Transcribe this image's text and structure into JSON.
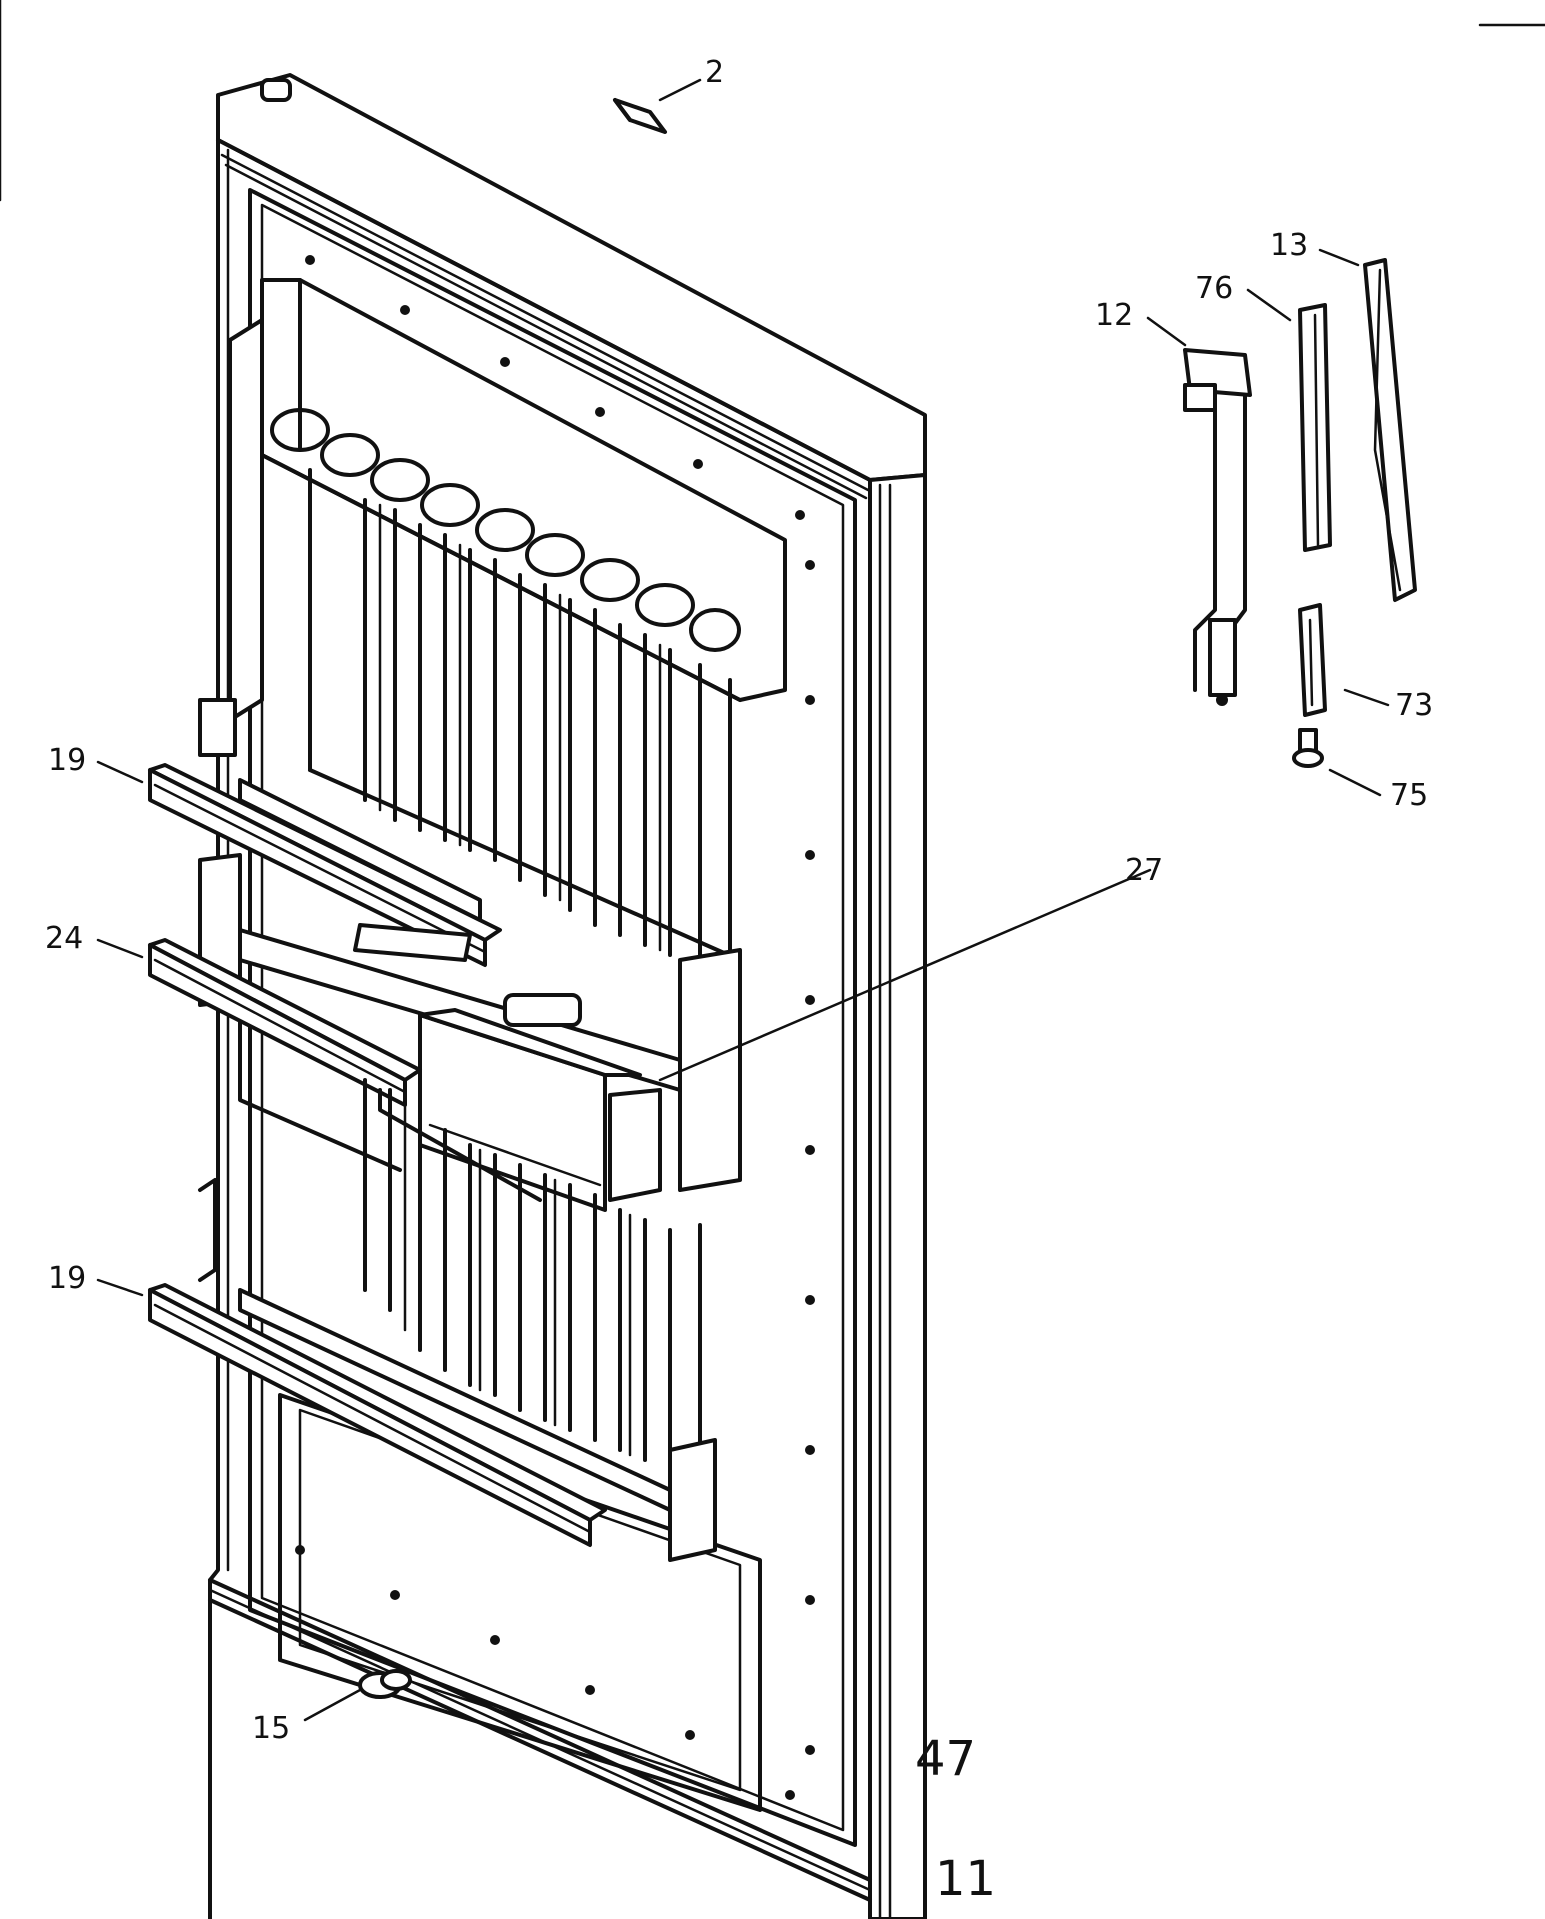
{
  "callouts": [
    {
      "id": "c2",
      "label": "2"
    },
    {
      "id": "c13",
      "label": "13"
    },
    {
      "id": "c76",
      "label": "76"
    },
    {
      "id": "c12",
      "label": "12"
    },
    {
      "id": "c73",
      "label": "73"
    },
    {
      "id": "c75",
      "label": "75"
    },
    {
      "id": "c19a",
      "label": "19"
    },
    {
      "id": "c27",
      "label": "27"
    },
    {
      "id": "c24",
      "label": "24"
    },
    {
      "id": "c19b",
      "label": "19"
    },
    {
      "id": "c15",
      "label": "15"
    },
    {
      "id": "c47",
      "label": "47"
    },
    {
      "id": "c11",
      "label": "11"
    }
  ],
  "colors": {
    "ink": "#111111",
    "paper": "#ffffff"
  }
}
